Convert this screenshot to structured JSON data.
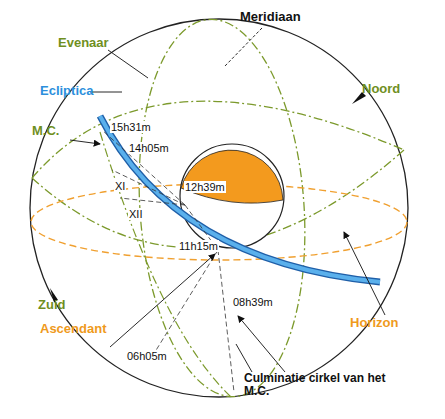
{
  "diagram": {
    "labels": [
      "Meridiaan",
      "Evenaar",
      "Noord",
      "Ecliptica",
      "M.C.",
      "15h31m",
      "14h05m",
      "XI",
      "XII",
      "12h39m",
      "11h15m",
      "Zuid",
      "Ascendant",
      "08h39m",
      "06h05m",
      "Horizon",
      "Culminatie cirkel van het M.C."
    ]
  }
}
